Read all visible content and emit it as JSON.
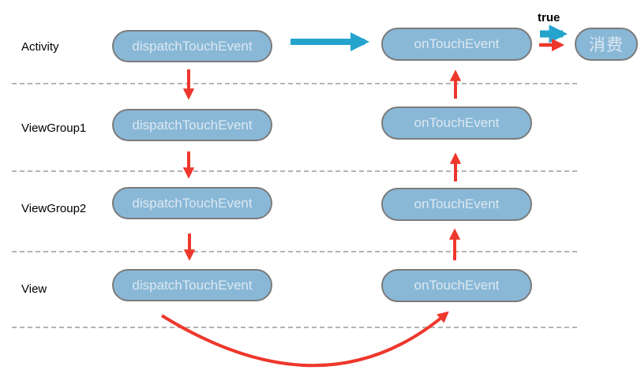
{
  "rows": [
    {
      "label": "Activity",
      "dispatch_label": "dispatchTouchEvent",
      "ontouch_label": "onTouchEvent"
    },
    {
      "label": "ViewGroup1",
      "dispatch_label": "dispatchTouchEvent",
      "ontouch_label": "onTouchEvent"
    },
    {
      "label": "ViewGroup2",
      "dispatch_label": "dispatchTouchEvent",
      "ontouch_label": "onTouchEvent"
    },
    {
      "label": "View",
      "dispatch_label": "dispatchTouchEvent",
      "ontouch_label": "onTouchEvent"
    }
  ],
  "consume": {
    "label": "消费"
  },
  "return_label": "true",
  "colors": {
    "node_fill": "#89b8d7",
    "node_border": "#7b7b7b",
    "node_text": "#dce8f1",
    "flow_blue": "#24a3cd",
    "flow_red": "#ee372c",
    "divider_gray": "#b4b4b4",
    "label_text": "#000000"
  }
}
